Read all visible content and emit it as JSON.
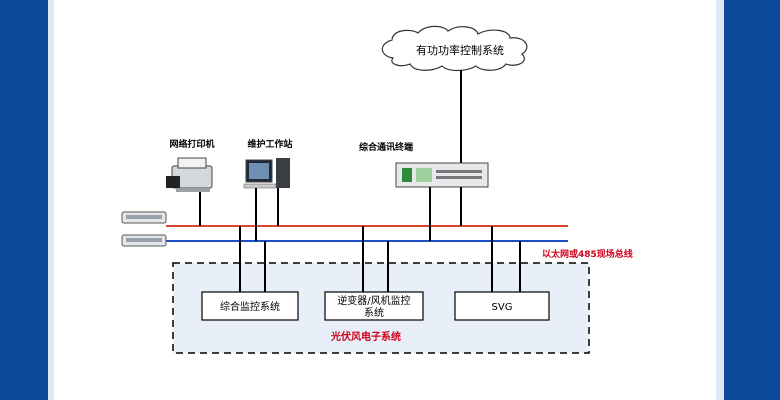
{
  "cloud": {
    "label": "有功功率控制系统"
  },
  "devices": {
    "printer": "网络打印机",
    "workstation": "维护工作站",
    "comm_terminal": "综合通讯终端"
  },
  "bus": {
    "label": "以太网或485现场总线"
  },
  "boxes": {
    "box1": "综合监控系统",
    "box2_line1": "逆变器/风机监控",
    "box2_line2": "系统",
    "box3": "SVG"
  },
  "region": {
    "label": "光伏风电子系统"
  },
  "colors": {
    "frame_blue": "#0e4a9c",
    "red_line": "#d9462e",
    "blue_line": "#1a4fc4",
    "region_fill": "#e9eff8",
    "label_red": "#d0021b"
  }
}
